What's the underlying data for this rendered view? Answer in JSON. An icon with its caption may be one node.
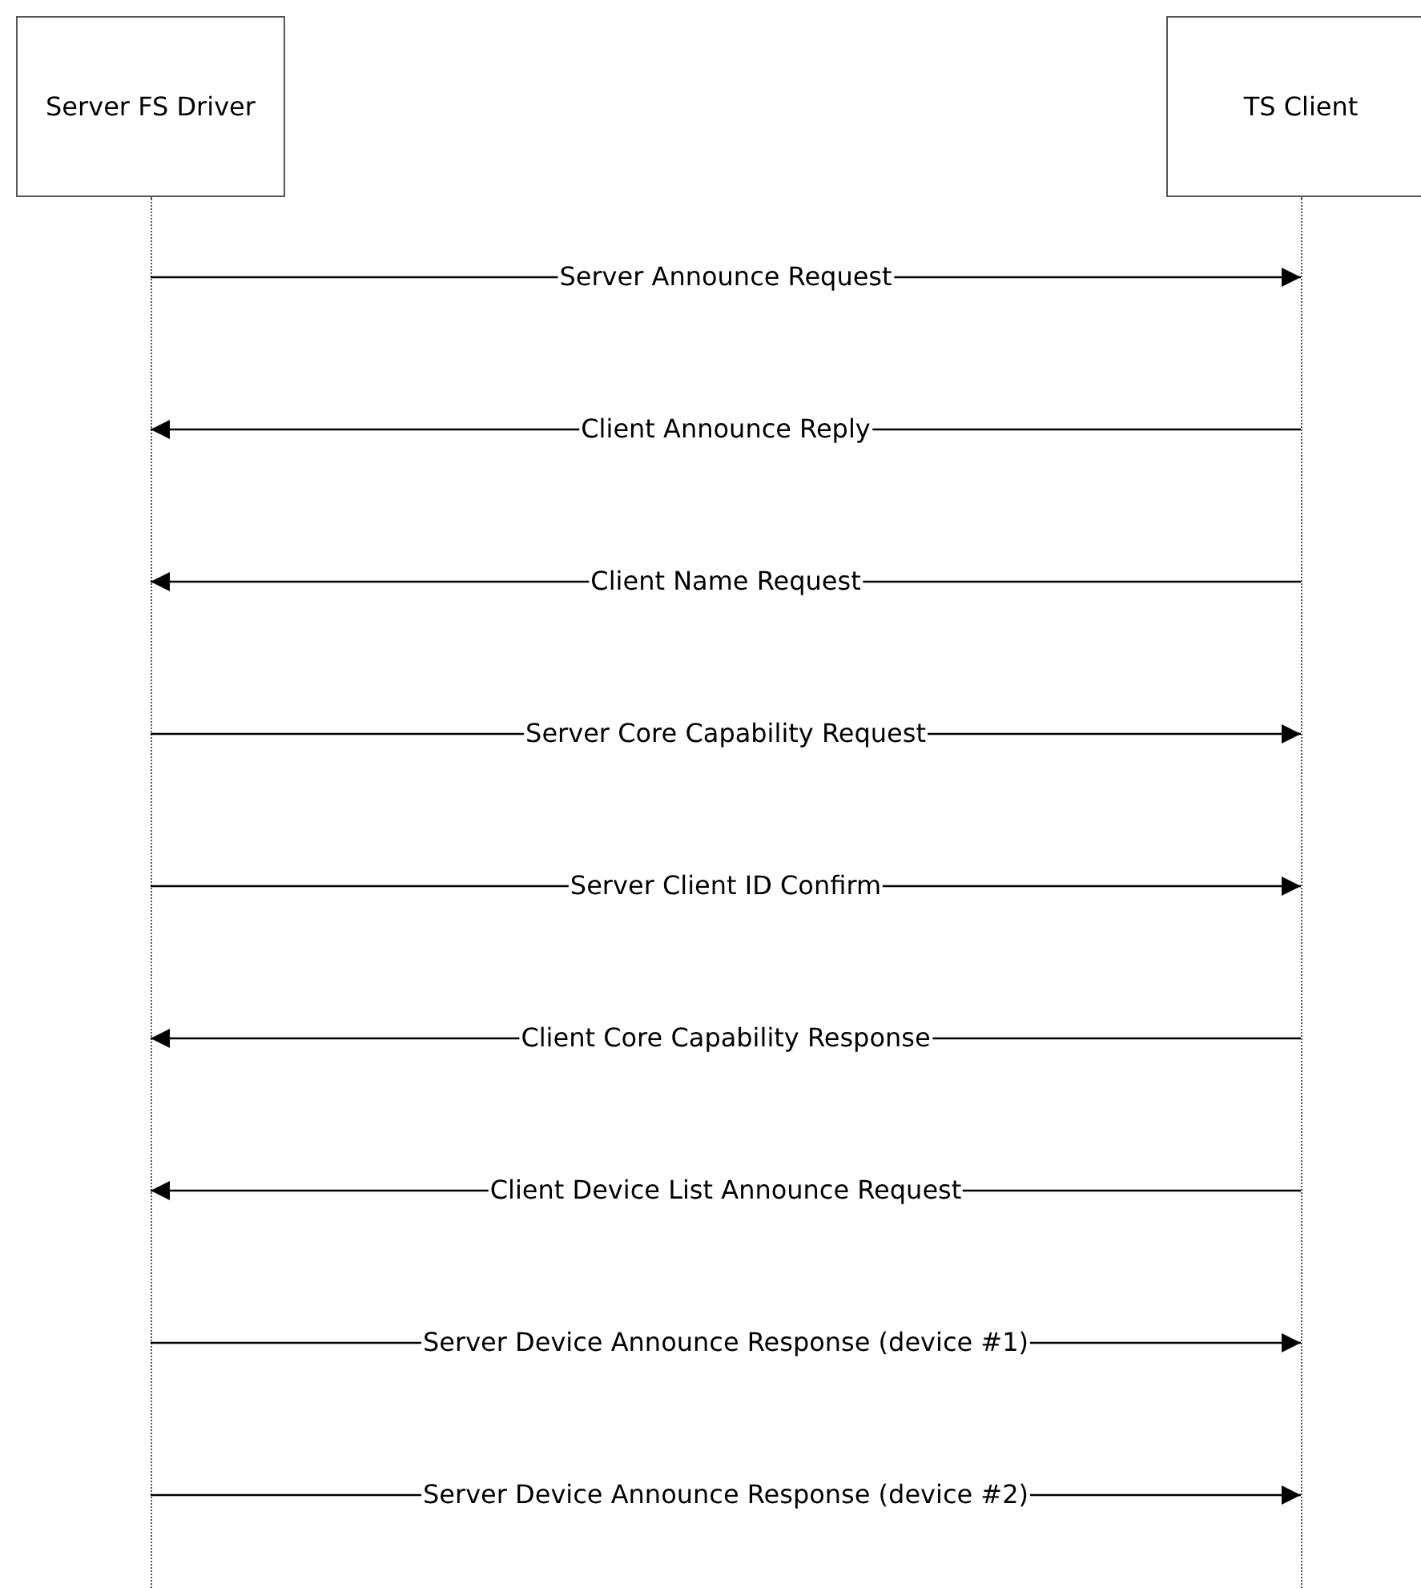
{
  "diagram": {
    "nodes": [
      {
        "text": [
          "Server FS Driver"
        ]
      },
      {
        "text": [
          "TS Client"
        ]
      },
      {
        "text": [],
        "shape": "line"
      },
      {
        "text": [],
        "shape": "line"
      }
    ],
    "edges": [
      {
        "from": 2,
        "to": 3,
        "arrow": "to",
        "label": "Server Announce Request"
      },
      {
        "from": 3,
        "to": 2,
        "arrow": "to",
        "label": "Client Announce Reply"
      },
      {
        "from": 3,
        "to": 2,
        "arrow": "to",
        "label": "Client Name Request"
      },
      {
        "from": 2,
        "to": 3,
        "arrow": "to",
        "label": "Server Core Capability Request"
      },
      {
        "from": 2,
        "to": 3,
        "arrow": "to",
        "label": "Server Client ID Confirm"
      },
      {
        "from": 3,
        "to": 2,
        "arrow": "to",
        "label": "Client Core Capability Response"
      },
      {
        "from": 3,
        "to": 2,
        "arrow": "to",
        "label": "Client Device List Announce Request"
      },
      {
        "from": 2,
        "to": 3,
        "arrow": "to",
        "label": "Server Device Announce Response (device #1)"
      },
      {
        "from": 2,
        "to": 3,
        "arrow": "to",
        "label": "Server Device Announce Response (device #2)"
      }
    ]
  }
}
